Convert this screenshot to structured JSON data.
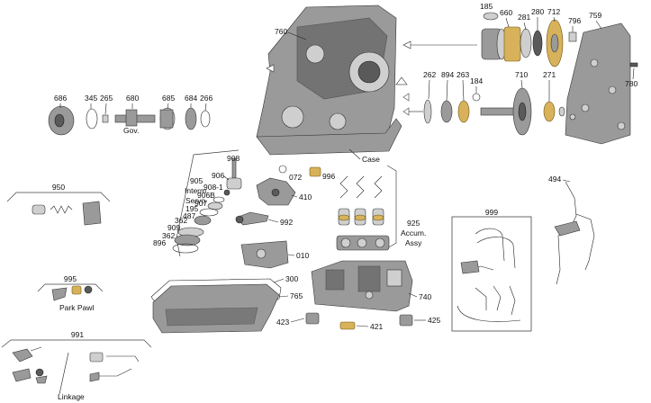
{
  "colors": {
    "background": "#ffffff",
    "line": "#222222",
    "part": "#9a9a9a",
    "accent_gold": "#d8b25a"
  },
  "callouts": {
    "c760": "760",
    "c185": "185",
    "c660": "660",
    "c281": "281",
    "c280": "280",
    "c712": "712",
    "c796": "796",
    "c759": "759",
    "c780": "780",
    "c262": "262",
    "c894": "894",
    "c263": "263",
    "c184": "184",
    "c710": "710",
    "c271": "271",
    "c686": "686",
    "c345": "345",
    "c265": "265",
    "c680": "680",
    "c685": "685",
    "c684": "684",
    "c266": "266",
    "case": "Case",
    "gov": "Gov.",
    "c908": "908",
    "c072": "072",
    "c996": "996",
    "c905": "905",
    "interm": "Interm.",
    "servo": "Servo",
    "c906": "906",
    "c908_1": "908-1",
    "c906b": "906B",
    "c907": "907",
    "c195": "195",
    "c487": "487",
    "c362a": "362",
    "c909": "909",
    "c362b": "362",
    "c896": "896",
    "c410": "410",
    "c992": "992",
    "c010": "010",
    "c950": "950",
    "c925": "925",
    "accum": "Accum.",
    "assy": "Assy",
    "c999": "999",
    "c494": "494",
    "c995": "995",
    "park_pawl": "Park Pawl",
    "c300": "300",
    "c765": "765",
    "c740": "740",
    "c423": "423",
    "c421": "421",
    "c425": "425",
    "c991": "991",
    "linkage": "Linkage"
  }
}
